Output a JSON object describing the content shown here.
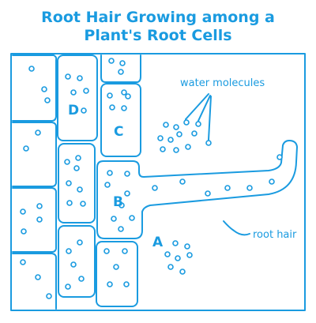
{
  "title": {
    "line1": "Root Hair Growing among a",
    "line2": "Plant's Root Cells"
  },
  "cell_labels": {
    "A": "A",
    "B": "B",
    "C": "C",
    "D": "D"
  },
  "callouts": {
    "water_molecules": "water molecules",
    "root_hair": "root hair"
  },
  "colors": {
    "ink": "#1a9be0",
    "background": "#ffffff"
  }
}
